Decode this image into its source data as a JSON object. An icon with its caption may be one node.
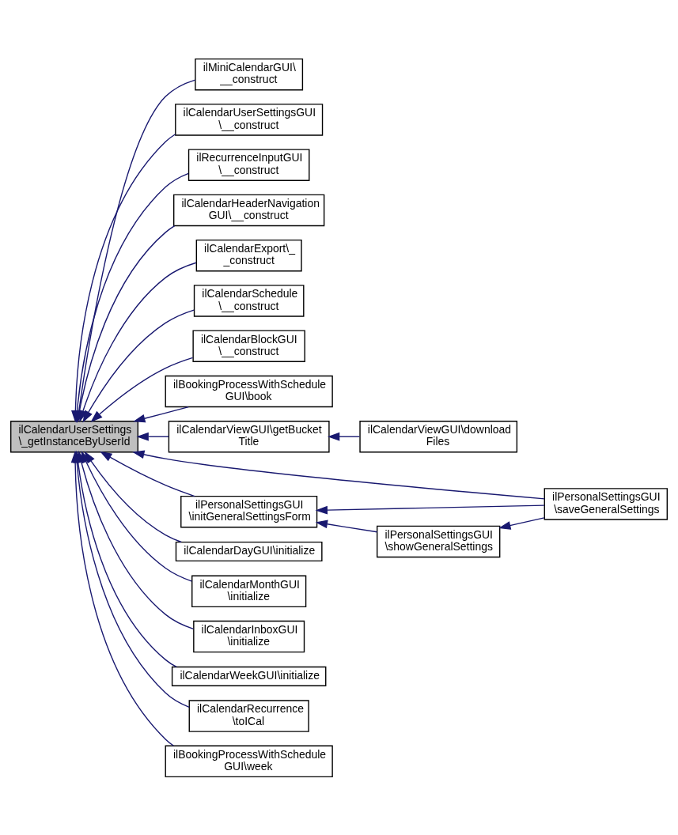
{
  "diagram": {
    "nodes": [
      {
        "text": [
          "ilCalendarUserSettings \\_getInstanceByUserId"
        ]
      },
      {
        "text": [
          "ilMiniCalendarGUI\\ __construct"
        ]
      },
      {
        "text": [
          "ilCalendarUserSettingsGUI \\__construct"
        ]
      },
      {
        "text": [
          "ilRecurrenceInputGUI \\__construct"
        ]
      },
      {
        "text": [
          "ilCalendarHeaderNavigation GUI\\__construct"
        ]
      },
      {
        "text": [
          "ilCalendarExport\\_ _construct"
        ]
      },
      {
        "text": [
          "ilCalendarSchedule \\__construct"
        ]
      },
      {
        "text": [
          "ilCalendarBlockGUI \\__construct"
        ]
      },
      {
        "text": [
          "ilBookingProcessWithSchedule GUI\\book"
        ]
      },
      {
        "text": [
          "ilCalendarViewGUI\\getBucket Title"
        ]
      },
      {
        "text": [
          "ilPersonalSettingsGUI \\initGeneralSettingsForm"
        ]
      },
      {
        "text": [
          "ilCalendarDayGUI\\initialize"
        ]
      },
      {
        "text": [
          "ilCalendarMonthGUI \\initialize"
        ]
      },
      {
        "text": [
          "ilCalendarInboxGUI \\initialize"
        ]
      },
      {
        "text": [
          "ilCalendarWeekGUI\\initialize"
        ]
      },
      {
        "text": [
          "ilCalendarRecurrence \\toICal"
        ]
      },
      {
        "text": [
          "ilBookingProcessWithSchedule GUI\\week"
        ]
      },
      {
        "text": [
          "ilCalendarViewGUI\\download Files"
        ]
      },
      {
        "text": [
          "ilPersonalSettingsGUI \\showGeneralSettings"
        ]
      },
      {
        "text": [
          "ilPersonalSettingsGUI \\saveGeneralSettings"
        ]
      }
    ],
    "edges": [
      {
        "from": 1,
        "to": 0,
        "arrow": "to"
      },
      {
        "from": 2,
        "to": 0,
        "arrow": "to"
      },
      {
        "from": 3,
        "to": 0,
        "arrow": "to"
      },
      {
        "from": 4,
        "to": 0,
        "arrow": "to"
      },
      {
        "from": 5,
        "to": 0,
        "arrow": "to"
      },
      {
        "from": 6,
        "to": 0,
        "arrow": "to"
      },
      {
        "from": 7,
        "to": 0,
        "arrow": "to"
      },
      {
        "from": 8,
        "to": 0,
        "arrow": "to"
      },
      {
        "from": 9,
        "to": 0,
        "arrow": "to"
      },
      {
        "from": 10,
        "to": 0,
        "arrow": "to"
      },
      {
        "from": 11,
        "to": 0,
        "arrow": "to"
      },
      {
        "from": 12,
        "to": 0,
        "arrow": "to"
      },
      {
        "from": 13,
        "to": 0,
        "arrow": "to"
      },
      {
        "from": 14,
        "to": 0,
        "arrow": "to"
      },
      {
        "from": 15,
        "to": 0,
        "arrow": "to"
      },
      {
        "from": 16,
        "to": 0,
        "arrow": "to"
      },
      {
        "from": 17,
        "to": 9,
        "arrow": "to"
      },
      {
        "from": 18,
        "to": 10,
        "arrow": "to"
      },
      {
        "from": 19,
        "to": 18,
        "arrow": "to"
      },
      {
        "from": 19,
        "to": 10,
        "arrow": "to"
      },
      {
        "from": 19,
        "to": 0,
        "arrow": "to"
      }
    ]
  }
}
